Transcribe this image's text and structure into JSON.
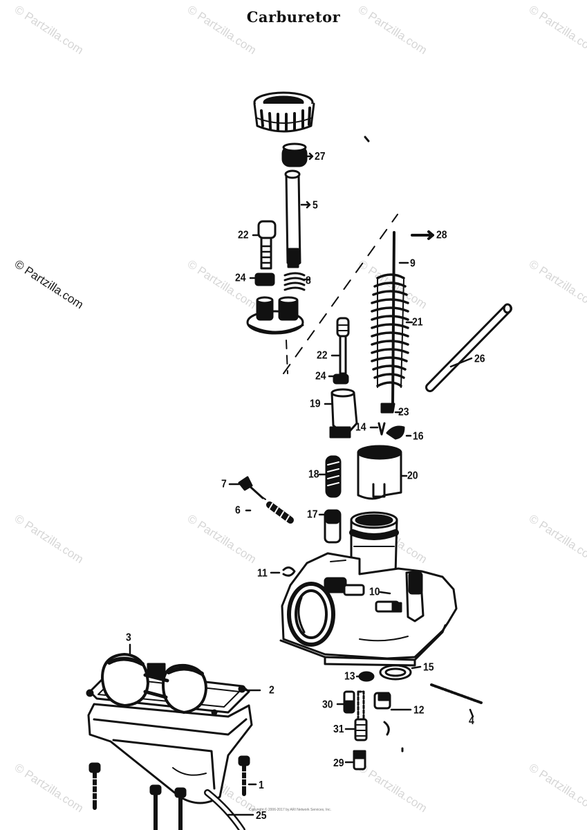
{
  "title": "Carburetor",
  "watermark": "© Partzilla.com",
  "copyright": "Copyright © 2006-2017 by ARI Network Services, Inc.",
  "callouts": [
    "27",
    "5",
    "22",
    "24",
    "8",
    "28",
    "9",
    "21",
    "26",
    "22",
    "24",
    "19",
    "23",
    "14",
    "16",
    "18",
    "20",
    "7",
    "6",
    "17",
    "11",
    "10",
    "3",
    "2",
    "15",
    "13",
    "30",
    "12",
    "4",
    "31",
    "29",
    "1",
    "25"
  ],
  "colors": {
    "ink": "#111111",
    "paper": "#ffffff"
  }
}
